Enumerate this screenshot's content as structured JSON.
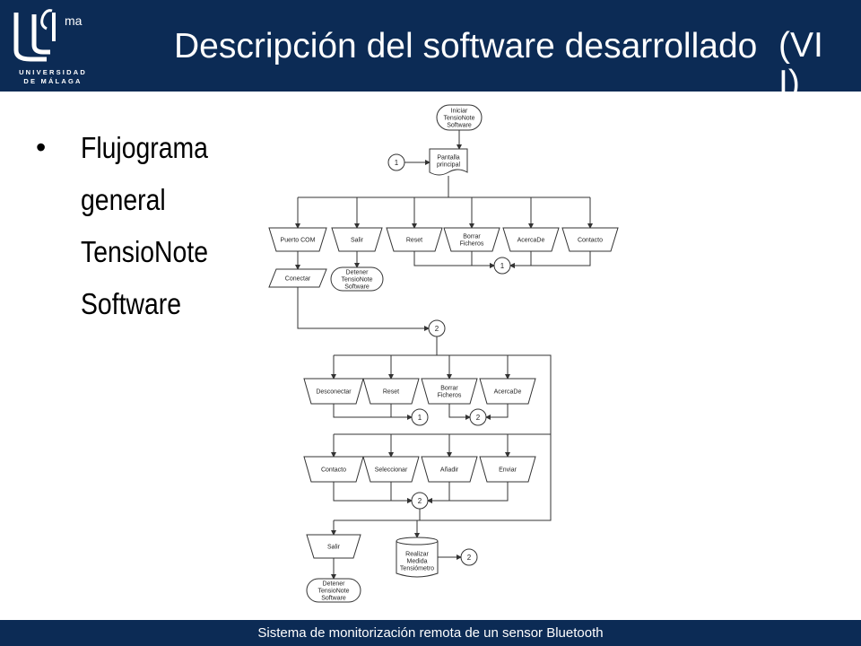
{
  "header": {
    "logo_text": "ma",
    "logo_university": "UNIVERSIDAD DE MÁLAGA",
    "title": "Descripción del software desarrollado",
    "title_number": "(VII)"
  },
  "bullets": [
    {
      "text": "Flujograma\ngeneral\nTensioNote\nSoftware"
    }
  ],
  "flowchart": {
    "nodes": {
      "start": "Iniciar\nTensioNote\nSoftware",
      "main": "Pantalla\nprincipal",
      "m1": "Puerto COM",
      "m2": "Salir",
      "m3": "Reset",
      "m4": "Borrar\nFicheros",
      "m5": "AcercaDe",
      "m6": "Contacto",
      "conectar": "Conectar",
      "detener1": "Detener\nTensioNote\nSoftware",
      "d1": "Desconectar",
      "d2": "Reset",
      "d3": "Borrar\nFicheros",
      "d4": "AcercaDe",
      "e1": "Contacto",
      "e2": "Seleccionar",
      "e3": "Añadir",
      "e4": "Enviar",
      "salir2": "Salir",
      "medida": "Realizar\nMedida\nTensiómetro",
      "detener2": "Detener\nTensioNote\nSoftware"
    },
    "connectors": {
      "c_main": "1",
      "c_row1": "1",
      "c_2a": "2",
      "c_d1": "1",
      "c_d2": "2",
      "c_e": "2",
      "c_med": "2"
    }
  },
  "footer": {
    "text": "Sistema de monitorización remota de un sensor Bluetooth"
  }
}
